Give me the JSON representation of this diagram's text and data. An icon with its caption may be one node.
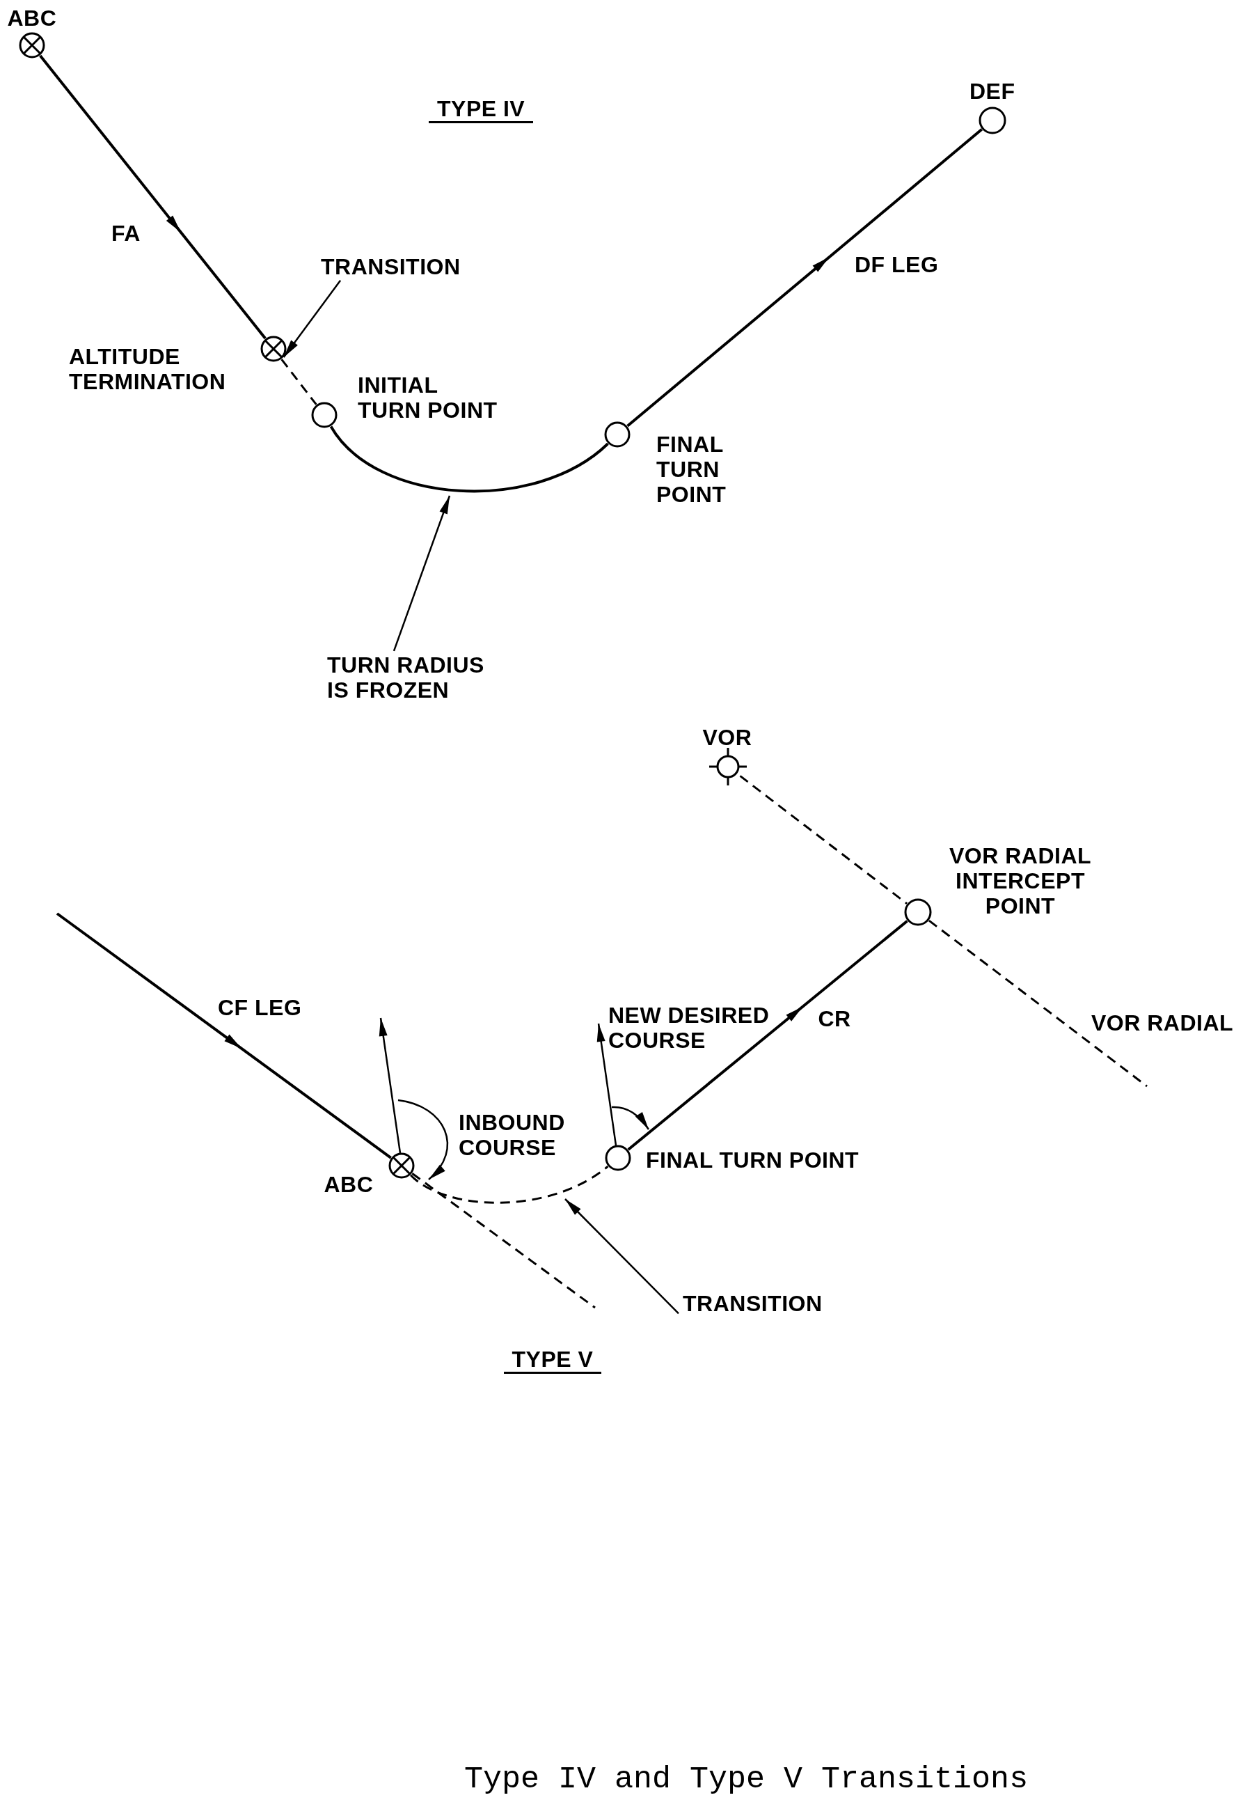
{
  "diagram": {
    "caption": "Type IV and Type V Transitions",
    "nodes": [
      {
        "text": [
          "ABC"
        ]
      },
      {
        "text": [
          "ALTITUDE TERMINATION"
        ]
      },
      {
        "text": [
          "INITIAL TURN POINT"
        ]
      },
      {
        "text": [
          "FINAL TURN POINT"
        ]
      },
      {
        "text": [
          "DEF"
        ]
      },
      {
        "text": [
          "TRANSITION"
        ]
      },
      {
        "text": [
          "TURN RADIUS IS FROZEN"
        ]
      },
      {
        "text": [
          "VOR"
        ]
      },
      {
        "text": [
          "VOR RADIAL INTERCEPT POINT"
        ]
      },
      {
        "text": [
          "ABC"
        ]
      },
      {
        "text": [
          "FINAL TURN POINT"
        ]
      },
      {
        "text": [
          "TRANSITION"
        ]
      }
    ],
    "edges": [
      {
        "from": 0,
        "to": 1,
        "arrow": "to",
        "label": "FA"
      },
      {
        "from": 1,
        "to": 2,
        "arrow": "none",
        "style": "dashed"
      },
      {
        "from": 2,
        "to": 3,
        "arrow": "none"
      },
      {
        "from": 3,
        "to": 4,
        "arrow": "to",
        "label": "DF LEG"
      },
      {
        "from": 5,
        "to": 1,
        "arrow": "to"
      },
      {
        "from": 6,
        "to": null,
        "arrow": "to"
      },
      {
        "from": 7,
        "to": 8,
        "arrow": "none",
        "style": "dashed"
      },
      {
        "from": 8,
        "to": null,
        "arrow": "none",
        "style": "dashed",
        "label": "VOR RADIAL"
      },
      {
        "from": null,
        "to": 9,
        "arrow": "to",
        "label": "CF LEG"
      },
      {
        "from": 9,
        "to": null,
        "arrow": "none",
        "style": "dashed"
      },
      {
        "from": 9,
        "to": 10,
        "arrow": "none",
        "style": "dashed"
      },
      {
        "from": 10,
        "to": 8,
        "arrow": "to",
        "label": "CR"
      },
      {
        "from": 11,
        "to": null,
        "arrow": "to"
      }
    ],
    "labels": [
      "TYPE IV",
      "INBOUND COURSE",
      "NEW DESIRED COURSE",
      "TYPE V"
    ]
  }
}
